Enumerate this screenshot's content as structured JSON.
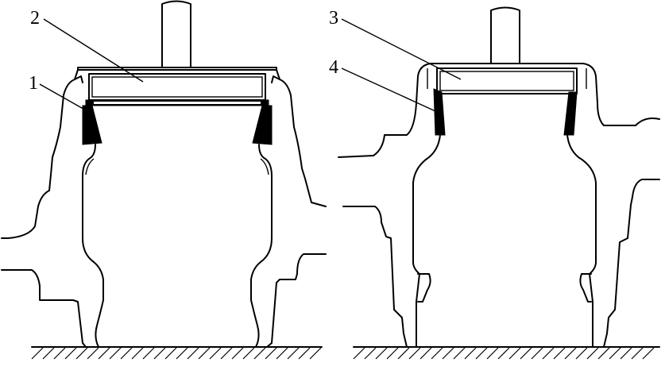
{
  "figure": {
    "callouts": [
      {
        "id": "1",
        "text": "1"
      },
      {
        "id": "2",
        "text": "2"
      },
      {
        "id": "3",
        "text": "3"
      },
      {
        "id": "4",
        "text": "4"
      }
    ]
  }
}
